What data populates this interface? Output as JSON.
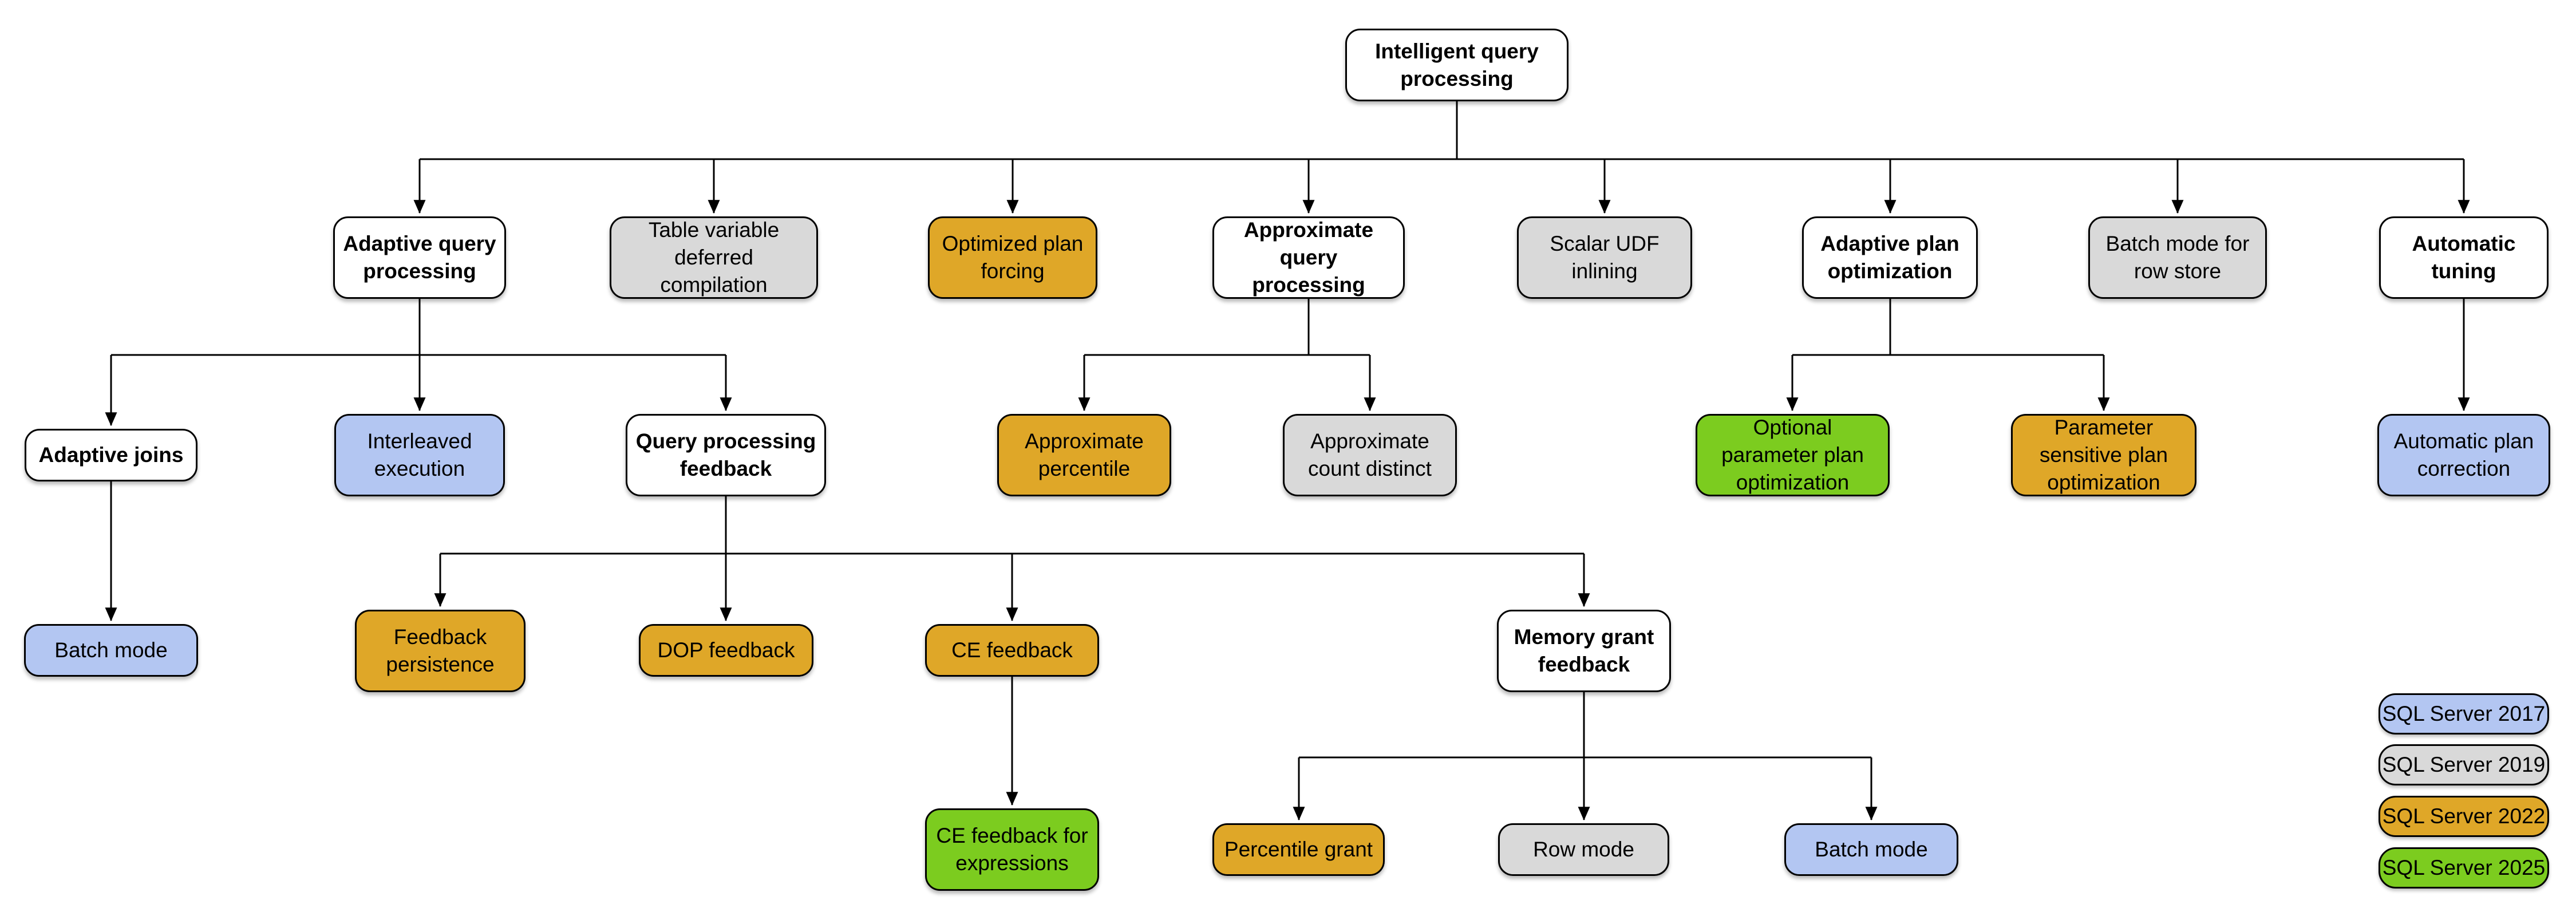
{
  "colors": {
    "parent_fill": "#FFFFFF",
    "sql2017": "#B3C6F2",
    "sql2019": "#D9D9D9",
    "sql2022": "#DFA728",
    "sql2025": "#7CCC1F",
    "border": "#000000",
    "connector": "#000000"
  },
  "nodes": {
    "root": {
      "label": "Intelligent query processing",
      "version": "parent"
    },
    "adaptive_query_processing": {
      "label": "Adaptive query processing",
      "version": "parent"
    },
    "table_variable_deferred_compilation": {
      "label": "Table variable deferred compilation",
      "version": "SQL Server 2019"
    },
    "optimized_plan_forcing": {
      "label": "Optimized plan forcing",
      "version": "SQL Server 2022"
    },
    "approximate_query_processing": {
      "label": "Approximate query processing",
      "version": "parent"
    },
    "scalar_udf_inlining": {
      "label": "Scalar UDF inlining",
      "version": "SQL Server 2019"
    },
    "adaptive_plan_optimization": {
      "label": "Adaptive plan optimization",
      "version": "parent"
    },
    "batch_mode_for_row_store": {
      "label": "Batch mode for row store",
      "version": "SQL Server 2019"
    },
    "automatic_tuning": {
      "label": "Automatic tuning",
      "version": "parent"
    },
    "adaptive_joins": {
      "label": "Adaptive joins",
      "version": "parent"
    },
    "interleaved_execution": {
      "label": "Interleaved execution",
      "version": "SQL Server 2017"
    },
    "query_processing_feedback": {
      "label": "Query processing feedback",
      "version": "parent"
    },
    "approximate_percentile": {
      "label": "Approximate percentile",
      "version": "SQL Server 2022"
    },
    "approximate_count_distinct": {
      "label": "Approximate count distinct",
      "version": "SQL Server 2019"
    },
    "optional_parameter_plan_optimization": {
      "label": "Optional parameter plan optimization",
      "version": "SQL Server 2025"
    },
    "parameter_sensitive_plan_optimization": {
      "label": "Parameter sensitive plan optimization",
      "version": "SQL Server 2022"
    },
    "automatic_plan_correction": {
      "label": "Automatic plan correction",
      "version": "SQL Server 2017"
    },
    "batch_mode_adaptive_joins": {
      "label": "Batch mode",
      "version": "SQL Server 2017"
    },
    "feedback_persistence": {
      "label": "Feedback persistence",
      "version": "SQL Server 2022"
    },
    "dop_feedback": {
      "label": "DOP feedback",
      "version": "SQL Server 2022"
    },
    "ce_feedback": {
      "label": "CE feedback",
      "version": "SQL Server 2022"
    },
    "memory_grant_feedback": {
      "label": "Memory grant feedback",
      "version": "parent"
    },
    "ce_feedback_for_expressions": {
      "label": "CE feedback for expressions",
      "version": "SQL Server 2025"
    },
    "percentile_grant": {
      "label": "Percentile grant",
      "version": "SQL Server 2022"
    },
    "row_mode": {
      "label": "Row mode",
      "version": "SQL Server 2019"
    },
    "batch_mode_memory_grant": {
      "label": "Batch mode",
      "version": "SQL Server 2017"
    }
  },
  "edges": [
    {
      "from": "root",
      "to": [
        "adaptive_query_processing",
        "table_variable_deferred_compilation",
        "optimized_plan_forcing",
        "approximate_query_processing",
        "scalar_udf_inlining",
        "adaptive_plan_optimization",
        "batch_mode_for_row_store",
        "automatic_tuning"
      ]
    },
    {
      "from": "adaptive_query_processing",
      "to": [
        "adaptive_joins",
        "interleaved_execution",
        "query_processing_feedback"
      ]
    },
    {
      "from": "approximate_query_processing",
      "to": [
        "approximate_percentile",
        "approximate_count_distinct"
      ]
    },
    {
      "from": "adaptive_plan_optimization",
      "to": [
        "optional_parameter_plan_optimization",
        "parameter_sensitive_plan_optimization"
      ]
    },
    {
      "from": "automatic_tuning",
      "to": [
        "automatic_plan_correction"
      ]
    },
    {
      "from": "adaptive_joins",
      "to": [
        "batch_mode_adaptive_joins"
      ]
    },
    {
      "from": "query_processing_feedback",
      "to": [
        "feedback_persistence",
        "dop_feedback",
        "ce_feedback",
        "memory_grant_feedback"
      ]
    },
    {
      "from": "ce_feedback",
      "to": [
        "ce_feedback_for_expressions"
      ]
    },
    {
      "from": "memory_grant_feedback",
      "to": [
        "percentile_grant",
        "row_mode",
        "batch_mode_memory_grant"
      ]
    }
  ],
  "legend": {
    "items": [
      {
        "label": "SQL Server 2017",
        "version": "sql2017"
      },
      {
        "label": "SQL Server 2019",
        "version": "sql2019"
      },
      {
        "label": "SQL Server 2022",
        "version": "sql2022"
      },
      {
        "label": "SQL Server 2025",
        "version": "sql2025"
      }
    ]
  }
}
